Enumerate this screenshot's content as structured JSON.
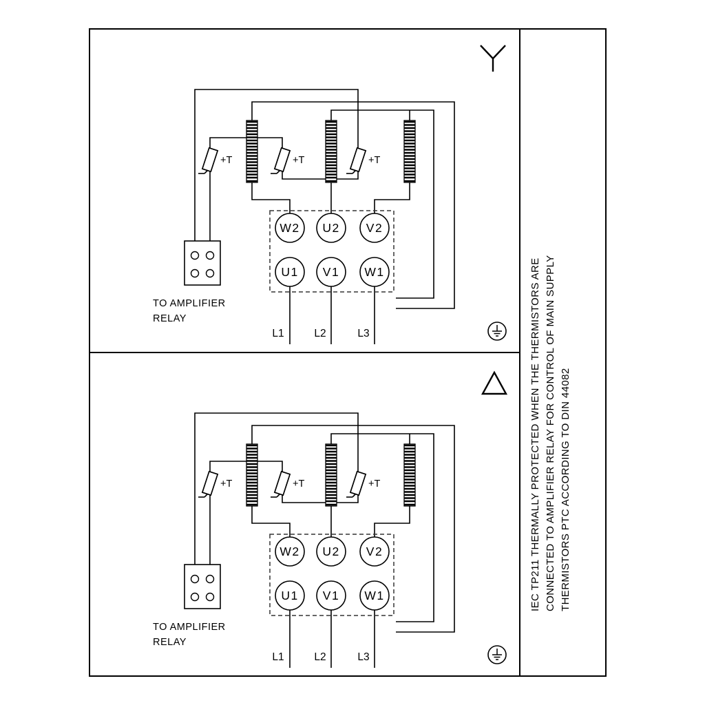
{
  "colors": {
    "line": "#000000",
    "background": "#ffffff"
  },
  "panels": [
    {
      "connection": "star",
      "terminals_top": [
        "W2",
        "U2",
        "V2"
      ],
      "terminals_bottom": [
        "U1",
        "V1",
        "W1"
      ],
      "supply_lines": [
        "L1",
        "L2",
        "L3"
      ],
      "thermistor_labels": [
        "+T",
        "+T",
        "+T"
      ],
      "relay_label_line1": "TO AMPLIFIER",
      "relay_label_line2": "RELAY"
    },
    {
      "connection": "delta",
      "terminals_top": [
        "W2",
        "U2",
        "V2"
      ],
      "terminals_bottom": [
        "U1",
        "V1",
        "W1"
      ],
      "supply_lines": [
        "L1",
        "L2",
        "L3"
      ],
      "thermistor_labels": [
        "+T",
        "+T",
        "+T"
      ],
      "relay_label_line1": "TO AMPLIFIER",
      "relay_label_line2": "RELAY"
    }
  ],
  "side_note": {
    "lines": [
      "IEC TP211 THERMALLY PROTECTED WHEN THE THERMISTORS ARE",
      "CONNECTED TO AMPLIFIER RELAY FOR CONTROL OF MAIN SUPPLY",
      "THERMISTORS PTC ACCORDING TO DIN 44082"
    ]
  }
}
